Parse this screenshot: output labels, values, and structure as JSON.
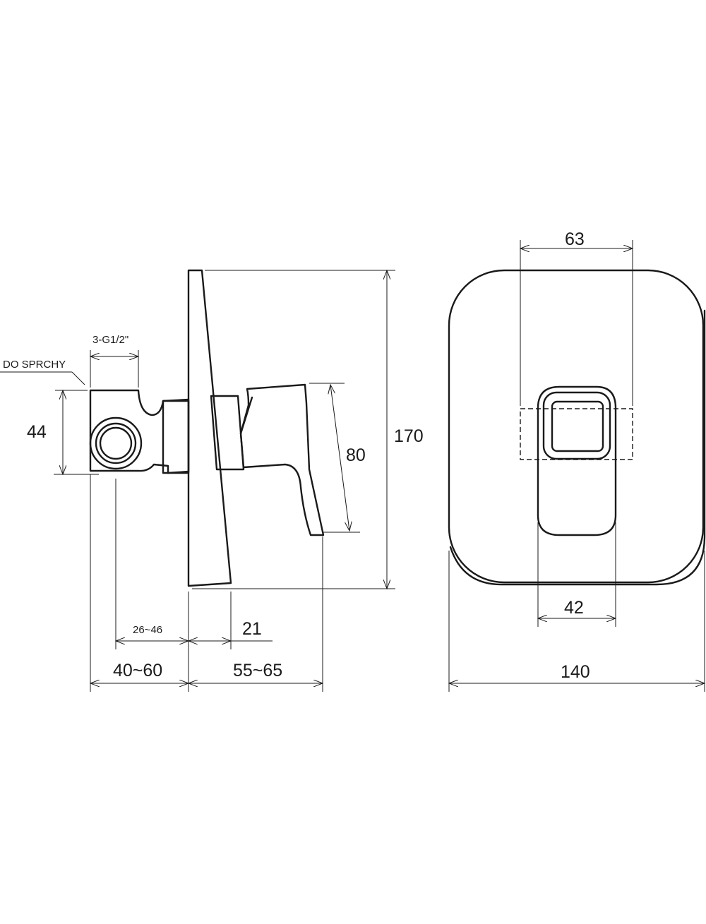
{
  "side_view": {
    "outlet_label": "DO SPRCHY",
    "thread_label": "3-G1/2\"",
    "dim_outlet_height": "44",
    "dim_lever_height": "80",
    "dim_total_height": "170",
    "dim_outlet_offset": "26~46",
    "dim_plate_lever": "21",
    "dim_body_depth": "40~60",
    "dim_projection": "55~65"
  },
  "front_view": {
    "dim_cartridge_width": "63",
    "dim_handle_width": "42",
    "dim_plate_width": "140"
  }
}
